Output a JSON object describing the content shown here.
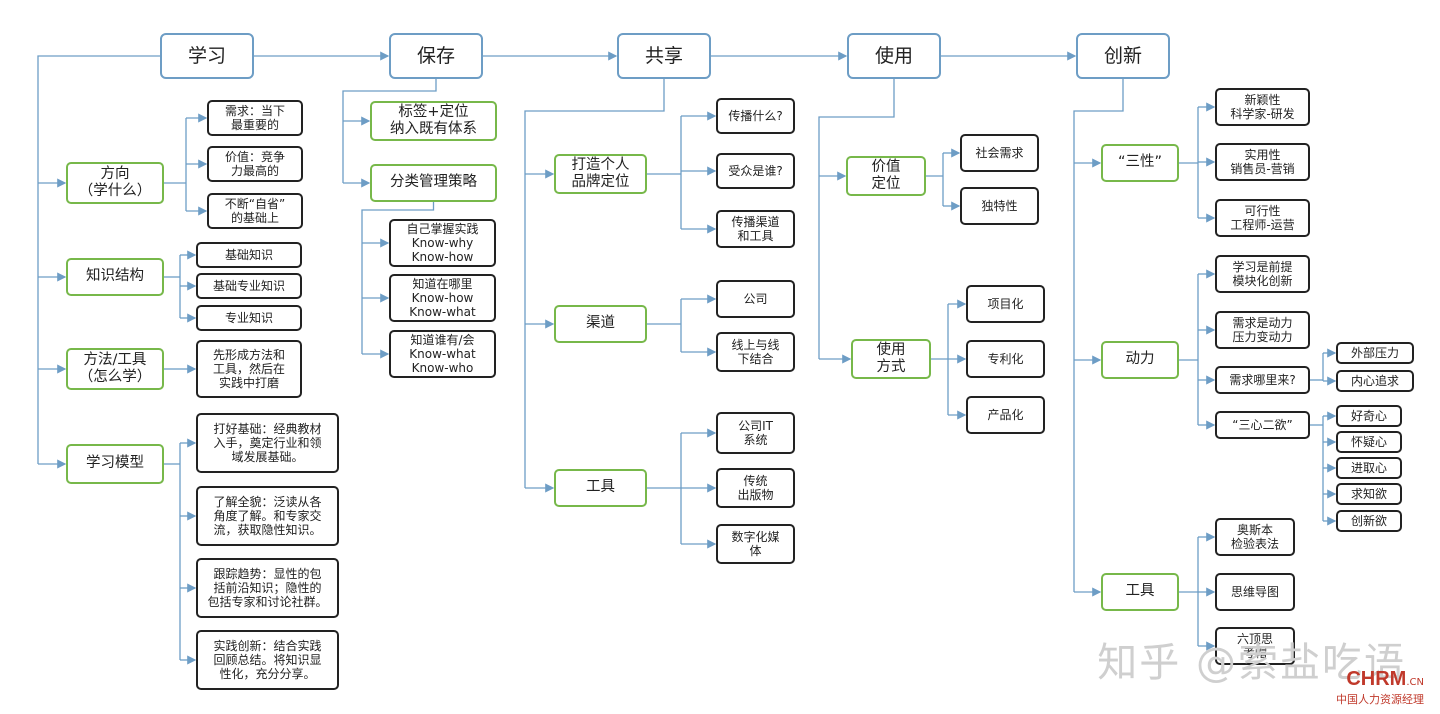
{
  "level1": [
    {
      "id": "study",
      "label": "学习"
    },
    {
      "id": "save",
      "label": "保存"
    },
    {
      "id": "share",
      "label": "共享"
    },
    {
      "id": "use",
      "label": "使用"
    },
    {
      "id": "innovate",
      "label": "创新"
    }
  ],
  "level2": [
    {
      "id": "direction",
      "label": "方向\n（学什么）"
    },
    {
      "id": "knowledge_structure",
      "label": "知识结构"
    },
    {
      "id": "methods_tools",
      "label": "方法/工具\n（怎么学）"
    },
    {
      "id": "learning_model",
      "label": "学习模型"
    },
    {
      "id": "tag_position",
      "label": "标签+定位\n纳入既有体系"
    },
    {
      "id": "classification",
      "label": "分类管理策略"
    },
    {
      "id": "personal_brand",
      "label": "打造个人\n品牌定位"
    },
    {
      "id": "channel",
      "label": "渠道"
    },
    {
      "id": "share_tools",
      "label": "工具"
    },
    {
      "id": "value_position",
      "label": "价值\n定位"
    },
    {
      "id": "use_method",
      "label": "使用\n方式"
    },
    {
      "id": "three_traits",
      "label": "“三性”"
    },
    {
      "id": "motivation",
      "label": "动力"
    },
    {
      "id": "innovate_tools",
      "label": "工具"
    }
  ],
  "level3": [
    {
      "id": "need",
      "label": "需求：当下\n最重要的"
    },
    {
      "id": "value",
      "label": "价值：竞争\n力最高的"
    },
    {
      "id": "reflect",
      "label": "不断“自省”\n的基础上"
    },
    {
      "id": "basic",
      "label": "基础知识"
    },
    {
      "id": "basic_pro",
      "label": "基础专业知识"
    },
    {
      "id": "pro",
      "label": "专业知识"
    },
    {
      "id": "method_first",
      "label": "先形成方法和\n工具，然后在\n实践中打磨"
    },
    {
      "id": "lay_foundation",
      "label": "打好基础：经典教材\n入手，奠定行业和领\n域发展基础。"
    },
    {
      "id": "overview",
      "label": "了解全貌：泛读从各\n角度了解。和专家交\n流，获取隐性知识。"
    },
    {
      "id": "trends",
      "label": "跟踪趋势：显性的包\n括前沿知识；隐性的\n包括专家和讨论社群。"
    },
    {
      "id": "practice",
      "label": "实践创新：结合实践\n回顾总结。将知识显\n性化，充分分享。"
    },
    {
      "id": "master_self",
      "label": "自己掌握实践\nKnow-why\nKnow-how"
    },
    {
      "id": "know_where",
      "label": "知道在哪里\nKnow-how\nKnow-what"
    },
    {
      "id": "know_who",
      "label": "知道谁有/会\nKnow-what\nKnow-who"
    },
    {
      "id": "spread_what",
      "label": "传播什么?"
    },
    {
      "id": "audience",
      "label": "受众是谁?"
    },
    {
      "id": "spread_channel",
      "label": "传播渠道\n和工具"
    },
    {
      "id": "company",
      "label": "公司"
    },
    {
      "id": "online_offline",
      "label": "线上与线\n下结合"
    },
    {
      "id": "company_it",
      "label": "公司IT\n系统"
    },
    {
      "id": "traditional",
      "label": "传统\n出版物"
    },
    {
      "id": "digital_media",
      "label": "数字化媒\n体"
    },
    {
      "id": "social_need",
      "label": "社会需求"
    },
    {
      "id": "uniqueness",
      "label": "独特性"
    },
    {
      "id": "project",
      "label": "项目化"
    },
    {
      "id": "patent",
      "label": "专利化"
    },
    {
      "id": "product",
      "label": "产品化"
    },
    {
      "id": "novelty",
      "label": "新颖性\n科学家-研发"
    },
    {
      "id": "practicality",
      "label": "实用性\n销售员-营销"
    },
    {
      "id": "feasibility",
      "label": "可行性\n工程师-运营"
    },
    {
      "id": "learn_premise",
      "label": "学习是前提\n模块化创新"
    },
    {
      "id": "need_motive",
      "label": "需求是动力\n压力变动力"
    },
    {
      "id": "need_source",
      "label": "需求哪里来?"
    },
    {
      "id": "three_hearts",
      "label": "“三心二欲”"
    },
    {
      "id": "osborn",
      "label": "奥斯本\n检验表法"
    },
    {
      "id": "mindmap",
      "label": "思维导图"
    },
    {
      "id": "six_hats",
      "label": "六顶思\n考帽"
    }
  ],
  "level4": [
    {
      "id": "ext_pressure",
      "label": "外部压力"
    },
    {
      "id": "inner_pursuit",
      "label": "内心追求"
    },
    {
      "id": "curiosity",
      "label": "好奇心"
    },
    {
      "id": "doubt",
      "label": "怀疑心"
    },
    {
      "id": "ambition",
      "label": "进取心"
    },
    {
      "id": "thirst",
      "label": "求知欲"
    },
    {
      "id": "create_desire",
      "label": "创新欲"
    }
  ],
  "watermark": "知乎 @索盐吃语",
  "brand": {
    "logo": "CHRM",
    "suffix": ".CN",
    "tagline": "中国人力资源经理"
  },
  "colors": {
    "level1_border": "#6d9dc5",
    "level2_border": "#77b84a",
    "level3_border": "#222222",
    "connector": "#6d9dc5"
  }
}
